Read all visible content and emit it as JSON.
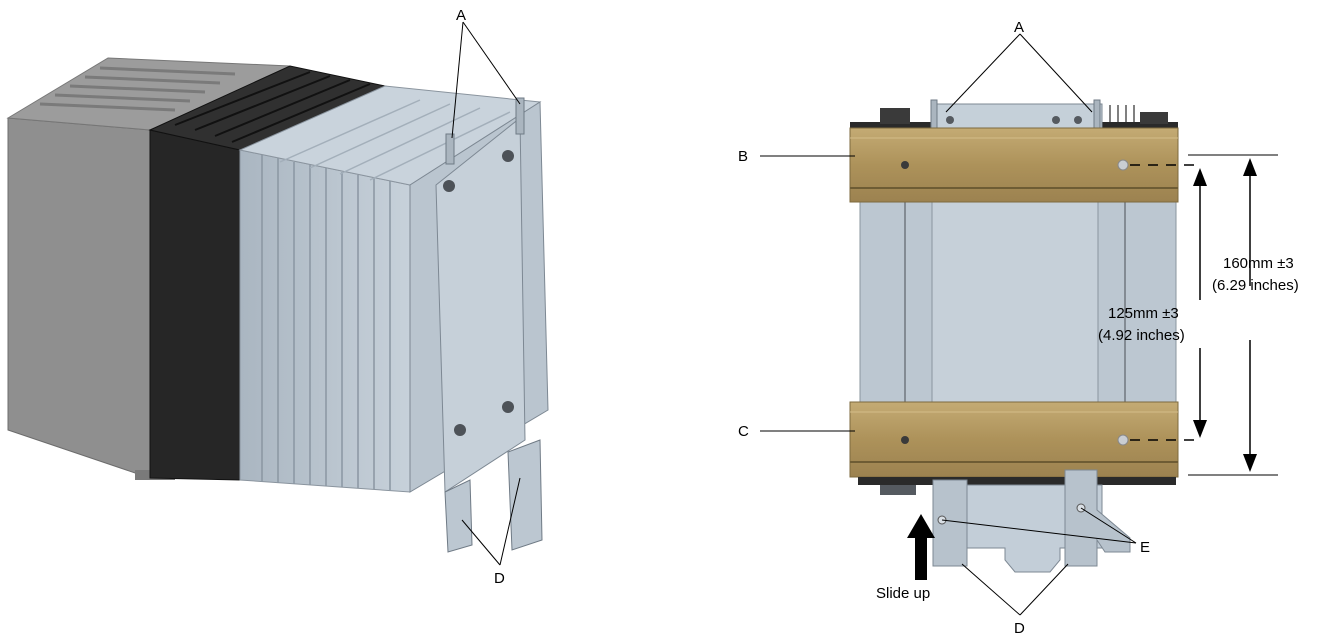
{
  "left_view": {
    "labels": {
      "a": "A",
      "d": "D"
    }
  },
  "right_view": {
    "labels": {
      "a": "A",
      "b": "B",
      "c": "C",
      "d": "D",
      "e": "E"
    },
    "dimensions": {
      "outer_mm": "160mm ±3",
      "outer_in": "(6.29 inches)",
      "inner_mm": "125mm ±3",
      "inner_in": "(4.92 inches)"
    },
    "slide_label": "Slide up"
  },
  "colors": {
    "housing_grey": "#8c8c8c",
    "black_block": "#232323",
    "heatsink": "#b8c4ce",
    "din_rail": "#b0965e",
    "bracket": "#c3ced8"
  }
}
